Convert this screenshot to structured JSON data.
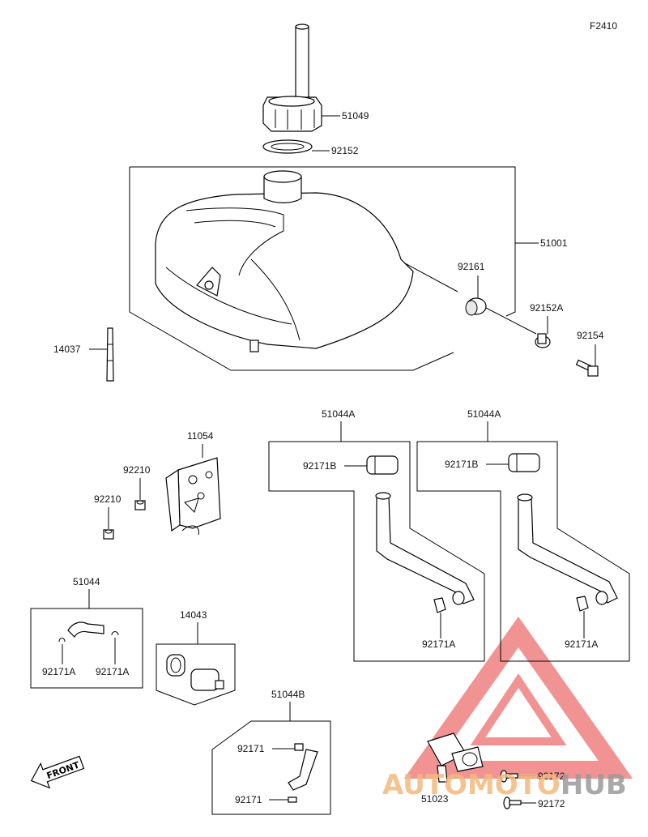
{
  "figure_code": "F2410",
  "parts": {
    "filler_cap": "51049",
    "cap_gasket": "92152",
    "fuel_tank": "51001",
    "grommet": "92161",
    "damper": "92152A",
    "bolt": "92154",
    "tube_clip": "14037",
    "bracket": "11054",
    "nut_upper": "92210",
    "nut_lower": "92210",
    "hose_kit_a_left": "51044A",
    "hose_kit_a_right": "51044A",
    "clamp_b_left": "92171B",
    "clamp_b_right": "92171B",
    "clamp_a_left": "92171A",
    "clamp_a_right": "92171A",
    "hose_kit": "51044",
    "hose_kit_clamp_left": "92171A",
    "hose_kit_clamp_right": "92171A",
    "fuel_filter": "14043",
    "hose_kit_b": "51044B",
    "clamp_upper": "92171",
    "clamp_lower": "92171",
    "fuel_cock": "51023",
    "screw_upper": "92172",
    "screw_lower": "92172"
  },
  "front_label": "FRONT",
  "watermark": {
    "text_left": "AUTOMOTO",
    "text_right": "HUB",
    "color_primary": "#f3b87c",
    "color_secondary": "#9a9a9a",
    "logo_color": "#e63c3c"
  }
}
